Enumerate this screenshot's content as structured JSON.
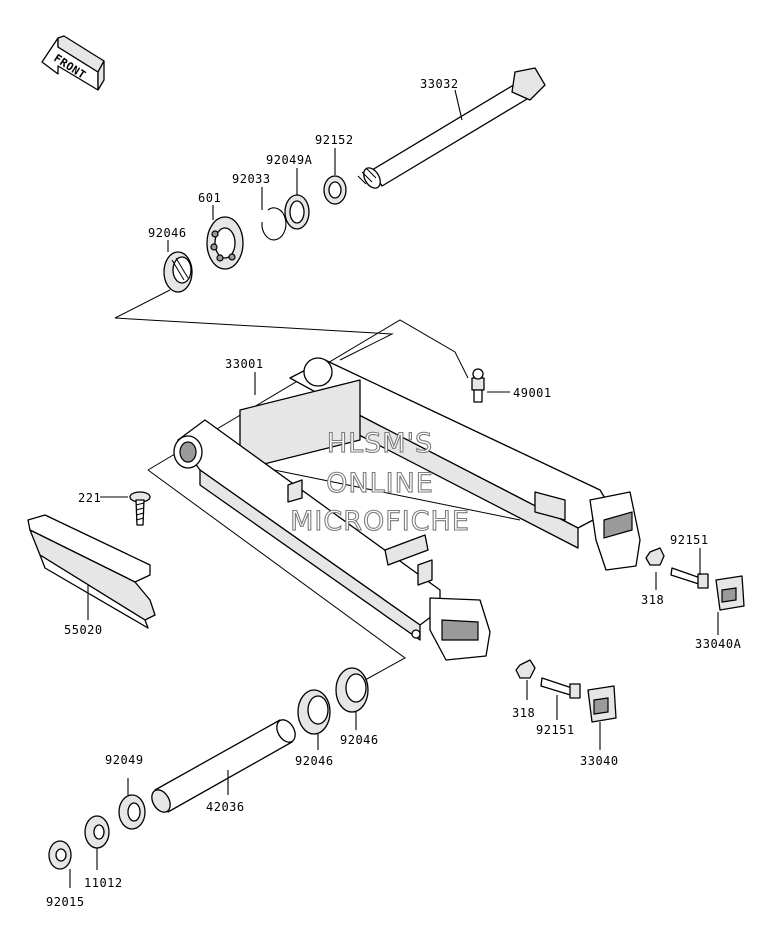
{
  "front_arrow": {
    "text": "FRONT"
  },
  "watermark": {
    "line1": "HLSM'S",
    "line2": "ONLINE",
    "line3": "MICROFICHE"
  },
  "parts": {
    "p33032": "33032",
    "p92152": "92152",
    "p92049A": "92049A",
    "p92033": "92033",
    "p601": "601",
    "p92046_top": "92046",
    "p33001": "33001",
    "p49001": "49001",
    "p221": "221",
    "p55020": "55020",
    "p92151_right": "92151",
    "p318_right": "318",
    "p33040A": "33040A",
    "p318_bottom": "318",
    "p92151_bottom": "92151",
    "p33040": "33040",
    "p92046_mid_right": "92046",
    "p92046_mid_left": "92046",
    "p42036": "42036",
    "p92049": "92049",
    "p11012": "11012",
    "p92015": "92015"
  }
}
